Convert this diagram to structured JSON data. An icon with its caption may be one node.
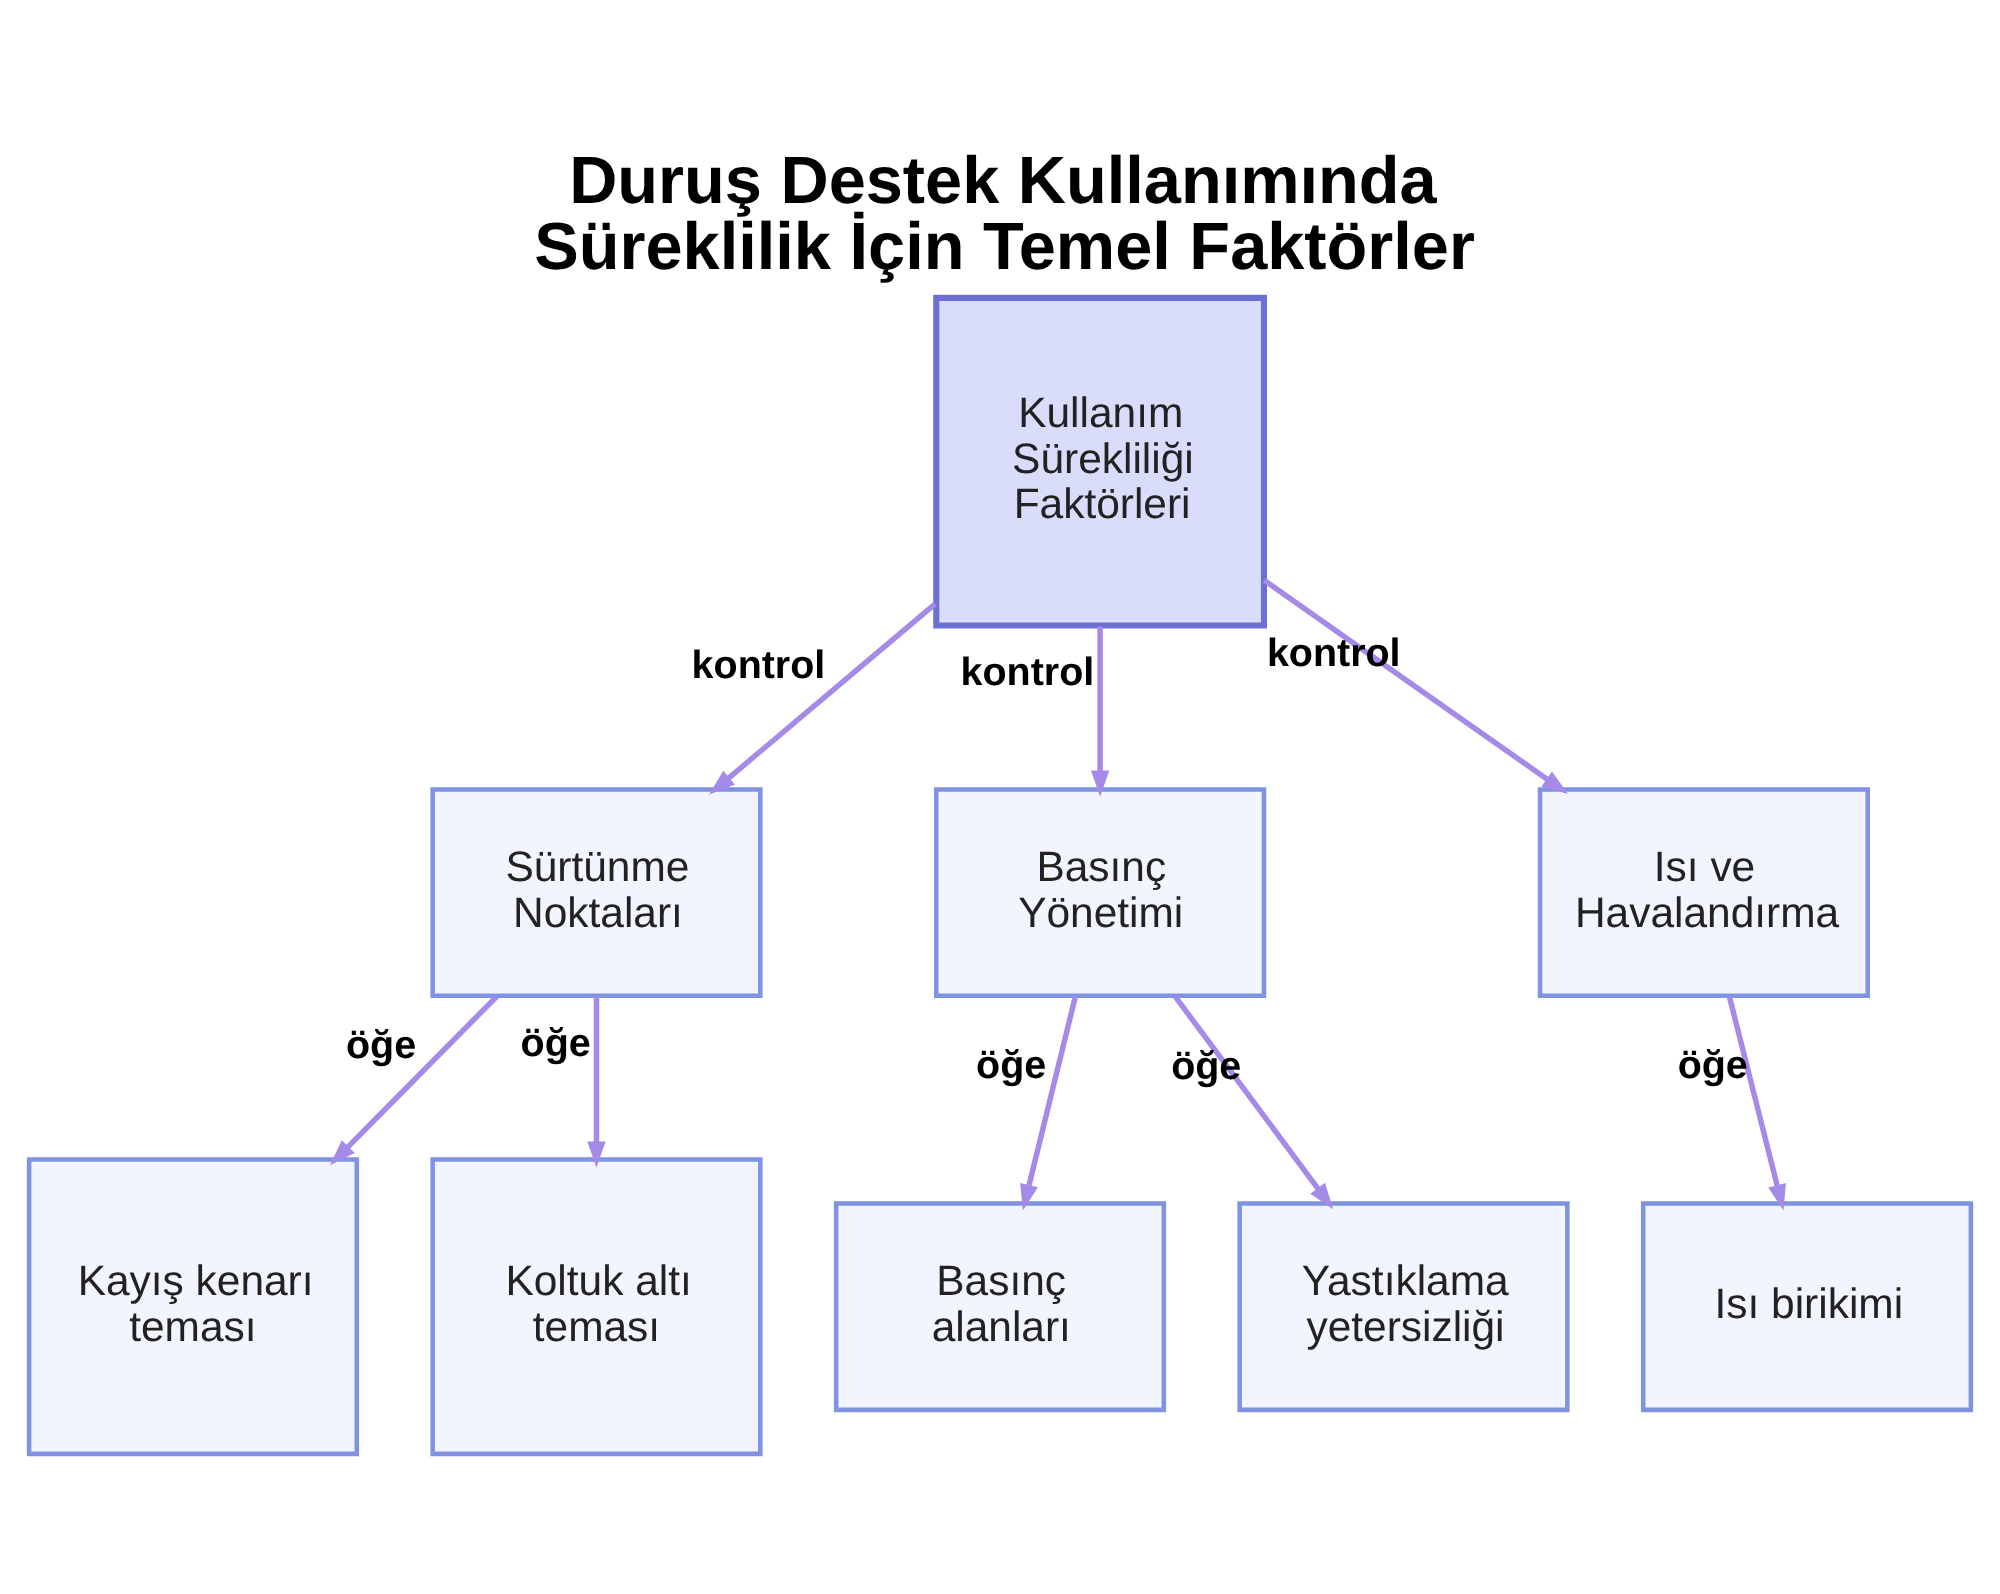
{
  "diagram": {
    "title": "Duruş Destek Kullanımında Süreklilik İçin Temel Faktörler",
    "nodes": [
      {
        "text": [
          "Kullanım Sürekliliği Faktörleri"
        ]
      },
      {
        "text": [
          "Sürtünme Noktaları"
        ]
      },
      {
        "text": [
          "Basınç Yönetimi"
        ]
      },
      {
        "text": [
          "Isı ve Havalandırma"
        ]
      },
      {
        "text": [
          "Kayış kenarı teması"
        ]
      },
      {
        "text": [
          "Koltuk altı teması"
        ]
      },
      {
        "text": [
          "Basınç alanları"
        ]
      },
      {
        "text": [
          "Yastıklama yetersizliği"
        ]
      },
      {
        "text": [
          "Isı birikimi"
        ]
      }
    ],
    "edges": [
      {
        "from": 0,
        "to": 1,
        "arrow": "to",
        "label": "kontrol"
      },
      {
        "from": 0,
        "to": 2,
        "arrow": "to",
        "label": "kontrol"
      },
      {
        "from": 0,
        "to": 3,
        "arrow": "to",
        "label": "kontrol"
      },
      {
        "from": 1,
        "to": 4,
        "arrow": "to",
        "label": "öğe"
      },
      {
        "from": 1,
        "to": 5,
        "arrow": "to",
        "label": "öğe"
      },
      {
        "from": 2,
        "to": 6,
        "arrow": "to",
        "label": "öğe"
      },
      {
        "from": 2,
        "to": 7,
        "arrow": "to",
        "label": "öğe"
      },
      {
        "from": 3,
        "to": 8,
        "arrow": "to",
        "label": "öğe"
      }
    ]
  }
}
